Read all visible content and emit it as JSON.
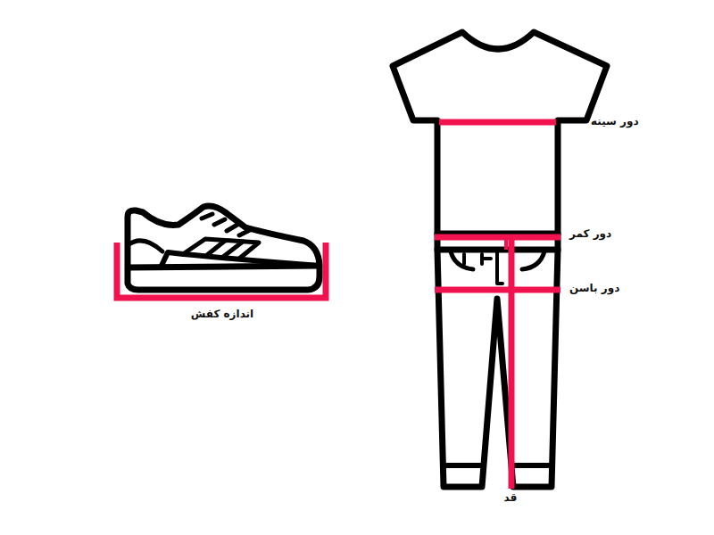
{
  "diagram": {
    "labels": [
      "دور سینه",
      "دور کمر",
      "دور باسن",
      "اندازه کفش",
      "قد"
    ]
  }
}
